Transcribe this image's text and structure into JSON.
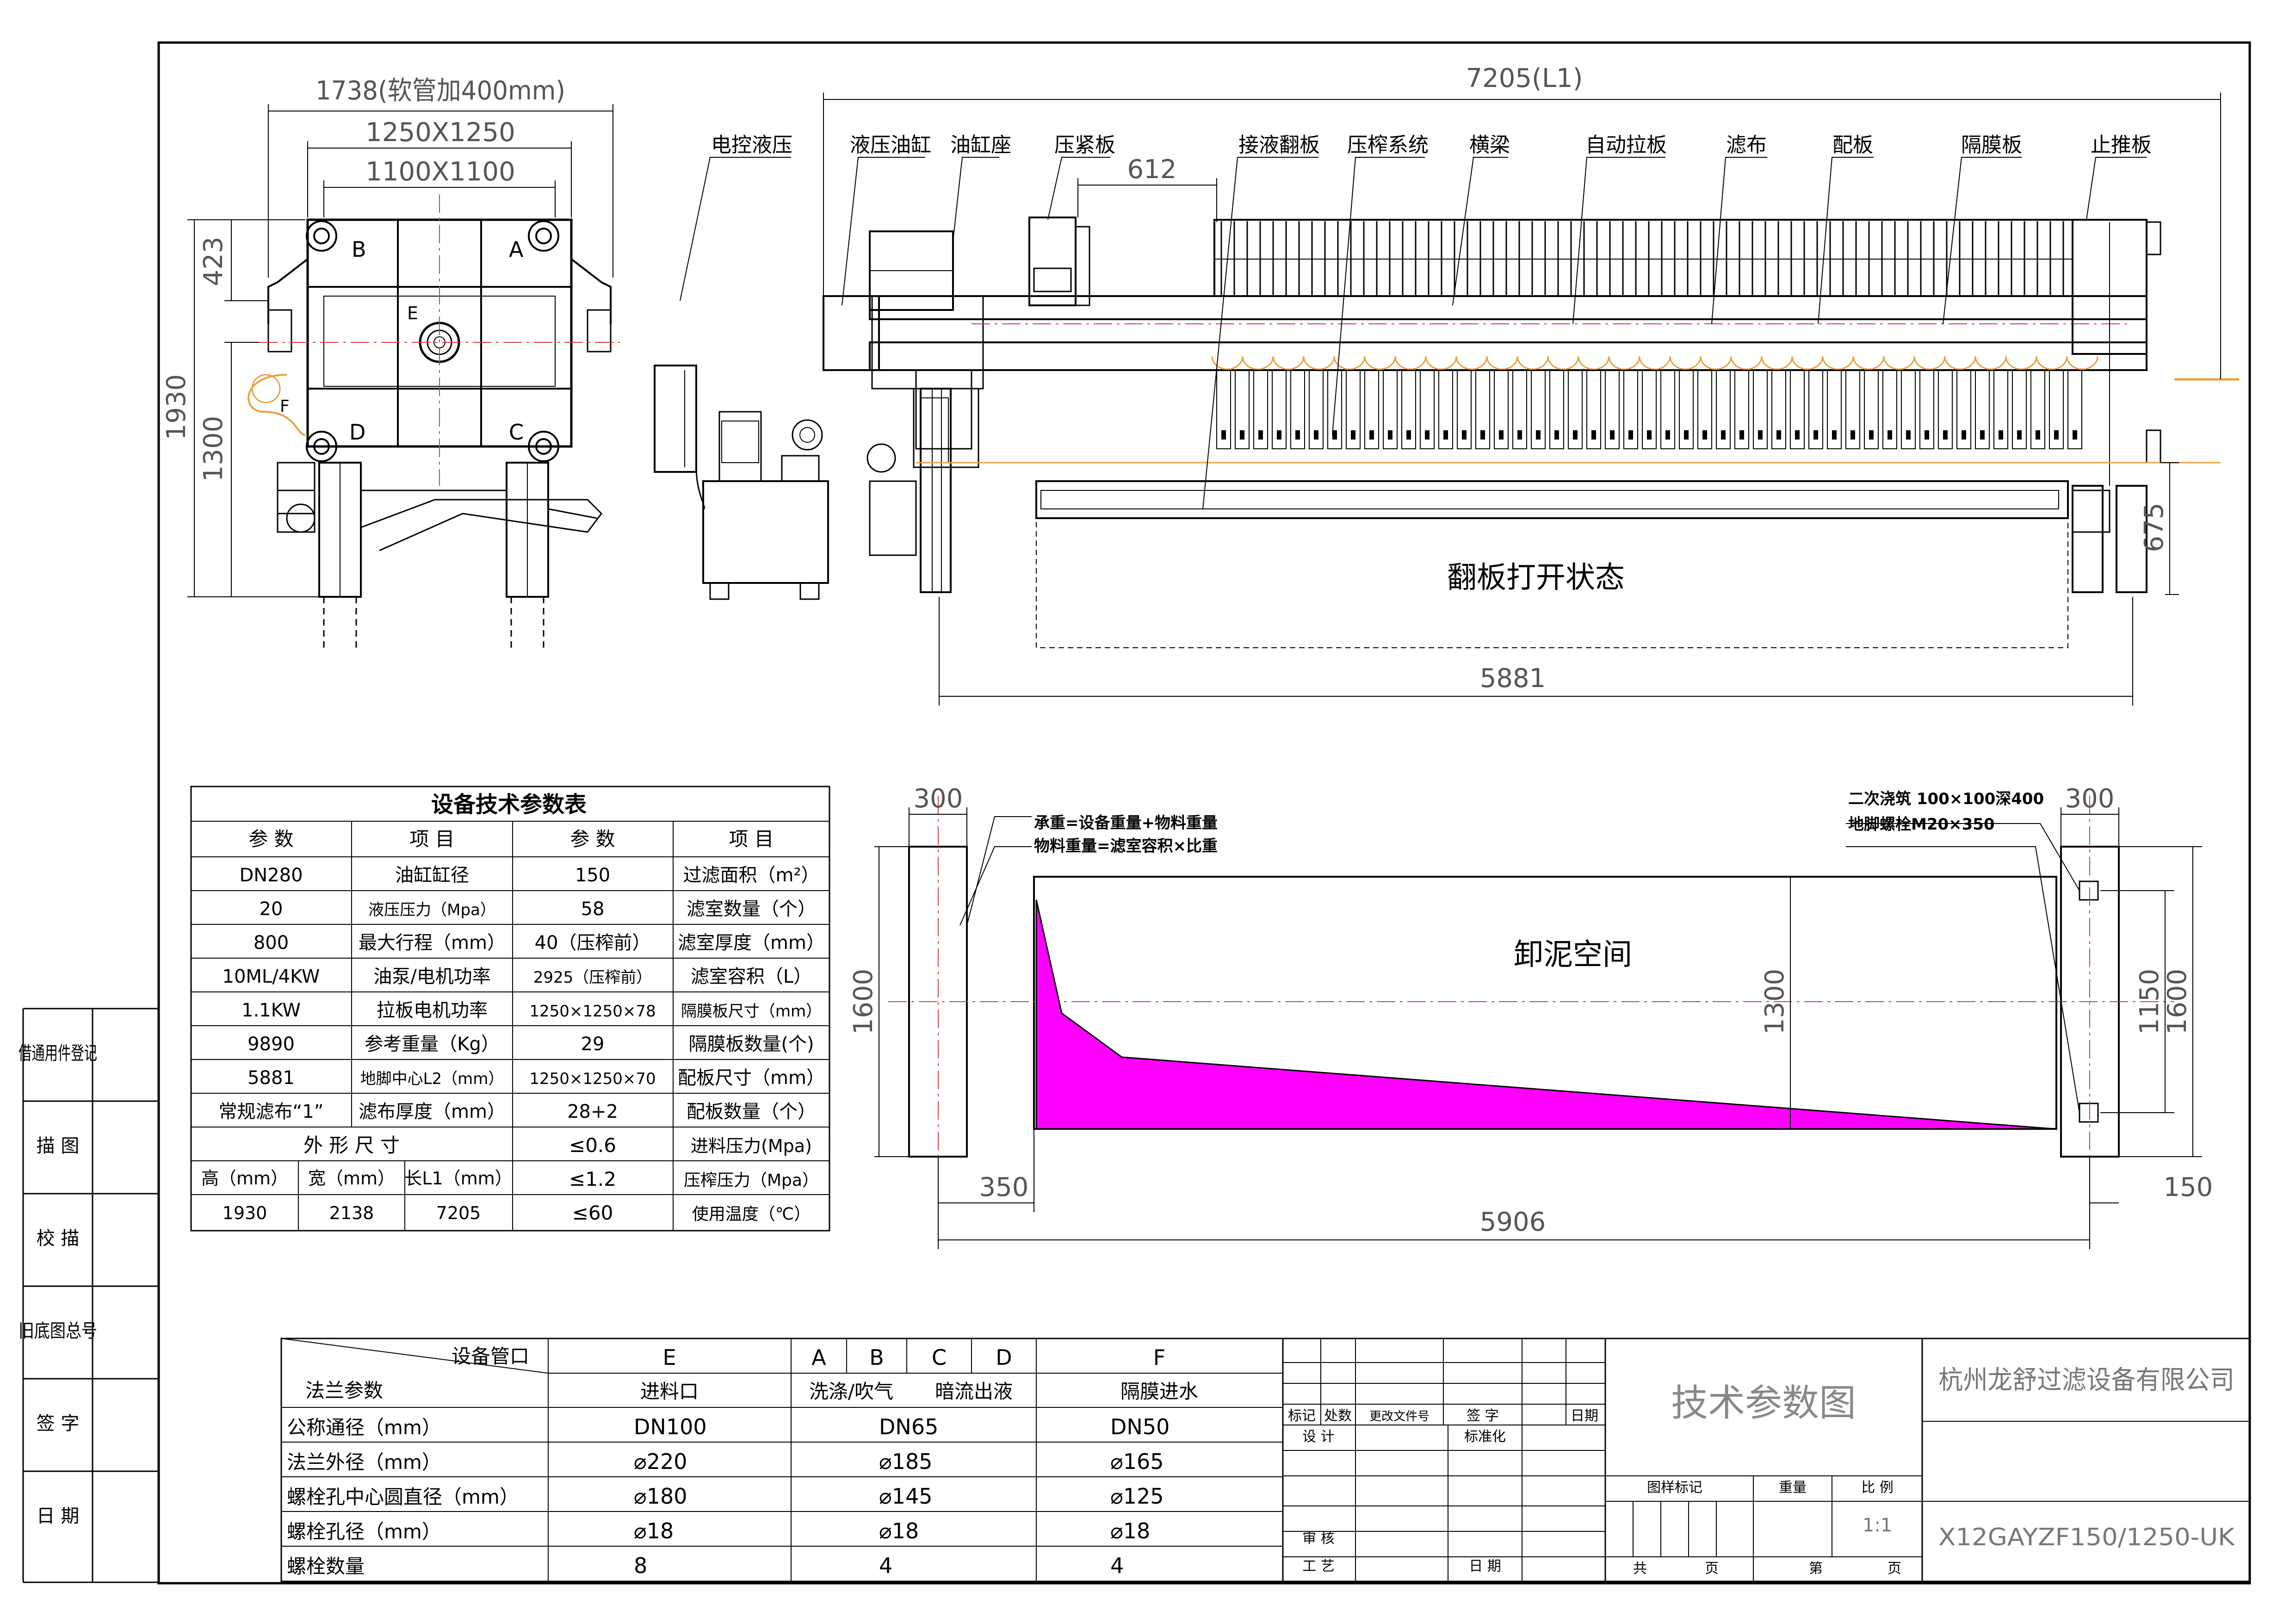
{
  "dims": {
    "front_total_width": "1738(软管加400mm)",
    "front_plate": "1250X1250",
    "front_chamber": "1100X1100",
    "front_423": "423",
    "front_1930": "1930",
    "front_1300": "1300",
    "side_total": "7205(L1)",
    "side_612": "612",
    "side_675": "675",
    "side_5881": "5881",
    "found_300_left": "300",
    "found_300_right": "300",
    "found_1600_left": "1600",
    "found_1300": "1300",
    "found_1150": "1150",
    "found_1600_right": "1600",
    "found_350": "350",
    "found_150": "150",
    "found_5906": "5906"
  },
  "ports": {
    "A": "A",
    "B": "B",
    "C": "C",
    "D": "D",
    "E": "E",
    "F": "F"
  },
  "callouts": [
    "电控液压",
    "液压油缸",
    "油缸座",
    "压紧板",
    "接液翻板",
    "压榨系统",
    "横梁",
    "自动拉板",
    "滤布",
    "配板",
    "隔膜板",
    "止推板"
  ],
  "side_caption": "翻板打开状态",
  "foundation": {
    "note1": "承重=设备重量+物料重量",
    "note2": "物料重量=滤室容积×比重",
    "note3": "二次浇筑 100×100深400",
    "note4": "地脚螺栓M20×350",
    "area_label": "卸泥空间"
  },
  "spec_table": {
    "title": "设备技术参数表",
    "headers": [
      "参  数",
      "项  目",
      "参  数",
      "项  目"
    ],
    "rows": [
      [
        "DN280",
        "油缸缸径",
        "150",
        "过滤面积（m²）"
      ],
      [
        "20",
        "液压压力（Mpa）",
        "58",
        "滤室数量（个）"
      ],
      [
        "800",
        "最大行程（mm）",
        "40（压榨前）",
        "滤室厚度（mm）"
      ],
      [
        "10ML/4KW",
        "油泵/电机功率",
        "2925（压榨前）",
        "滤室容积（L）"
      ],
      [
        "1.1KW",
        "拉板电机功率",
        "1250×1250×78",
        "隔膜板尺寸（mm）"
      ],
      [
        "9890",
        "参考重量（Kg）",
        "29",
        "隔膜板数量(个)"
      ],
      [
        "5881",
        "地脚中心L2（mm）",
        "1250×1250×70",
        "配板尺寸（mm）"
      ],
      [
        "常规滤布“1”",
        "滤布厚度（mm）",
        "28+2",
        "配板数量（个）"
      ]
    ],
    "size_title": "外 形 尺 寸",
    "size_headers": [
      "高（mm）",
      "宽（mm）",
      "长L1（mm）"
    ],
    "size_values": [
      "1930",
      "2138",
      "7205"
    ],
    "extra_rows": [
      [
        "≤0.6",
        "进料压力(Mpa)"
      ],
      [
        "≤1.2",
        "压榨压力（Mpa）"
      ],
      [
        "≤60",
        "使用温度（℃）"
      ]
    ]
  },
  "flange_table": {
    "corner_top": "设备管口",
    "corner_bottom": "法兰参数",
    "cols": {
      "E": "E",
      "A": "A",
      "B": "B",
      "C": "C",
      "D": "D",
      "F": "F",
      "e_desc": "进料口",
      "abcd_desc1": "洗涤/吹气",
      "abcd_desc2": "暗流出液",
      "f_desc": "隔膜进水"
    },
    "rows": [
      {
        "label": "公称通径（mm）",
        "e": "DN100",
        "abcd": "DN65",
        "f": "DN50"
      },
      {
        "label": "法兰外径（mm）",
        "e": "⌀220",
        "abcd": "⌀185",
        "f": "⌀165"
      },
      {
        "label": "螺栓孔中心圆直径（mm）",
        "e": "⌀180",
        "abcd": "⌀145",
        "f": "⌀125"
      },
      {
        "label": "螺栓孔径（mm）",
        "e": "⌀18",
        "abcd": "⌀18",
        "f": "⌀18"
      },
      {
        "label": "螺栓数量",
        "e": "8",
        "abcd": "4",
        "f": "4"
      }
    ]
  },
  "title_block": {
    "hdr": [
      "标记",
      "处数",
      "更改文件号",
      "签  字",
      "日期"
    ],
    "design": "设  计",
    "standard": "标准化",
    "review": "审  核",
    "process": "工  艺",
    "date": "日 期",
    "drawing_name": "技术参数图",
    "company": "杭州龙舒过滤设备有限公司",
    "mark_hdr": "图样标记",
    "weight_hdr": "重量",
    "scale_hdr": "比 例",
    "scale": "1:1",
    "total": "共",
    "total_unit": "页",
    "sheet": "第",
    "sheet_unit": "页",
    "drawing_no": "X12GAYZF150/1250-UK"
  },
  "left_strip": [
    "借通用件登记",
    "描  图",
    "校  描",
    "旧底图总号",
    "签  字",
    "日  期"
  ],
  "colors": {
    "sludge_area": "#ff00ff",
    "line": "#000000",
    "center": "#d04040",
    "pipe": "#e8a040"
  }
}
